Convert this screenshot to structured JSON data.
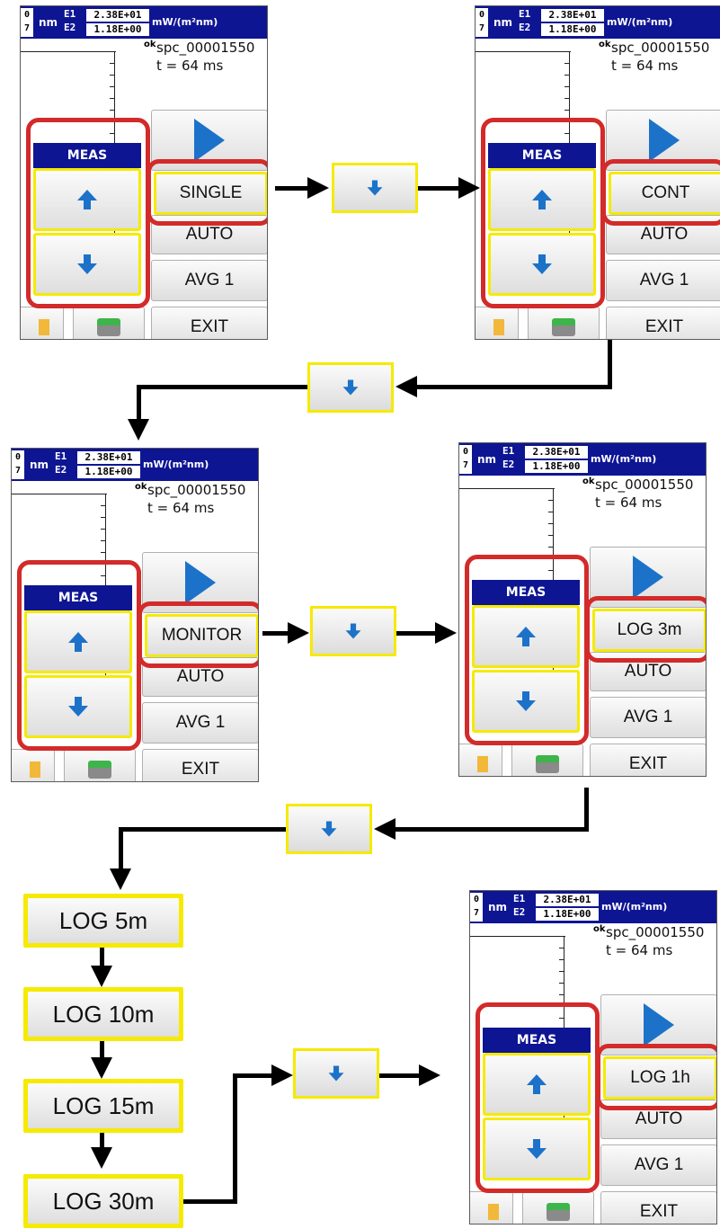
{
  "header": {
    "wl_top": "0",
    "wl_bottom": "7",
    "nm": "nm",
    "e1_label": "E1",
    "e2_label": "E2",
    "e1_value": "2.38E+01",
    "e2_value": "1.18E+00",
    "unit": "mW/(m²nm)"
  },
  "status": {
    "ok": "ok",
    "file": "spc_00001550",
    "time": "t = 64 ms"
  },
  "meas_label": "MEAS",
  "auto_label": "AUTO",
  "avg_label": "AVG 1",
  "exit_label": "EXIT",
  "screens": [
    {
      "mode": "SINGLE"
    },
    {
      "mode": "CONT"
    },
    {
      "mode": "MONITOR"
    },
    {
      "mode": "LOG 3m"
    },
    {
      "mode": "LOG 1h"
    }
  ],
  "log_options": [
    "LOG 5m",
    "LOG 10m",
    "LOG 15m",
    "LOG 30m"
  ],
  "colors": {
    "header_bg": "#0e1593",
    "highlight_yellow": "#f5ea00",
    "callout_red": "#d32a2a",
    "icon_blue": "#1c72c9"
  },
  "icons": {
    "play": "play-icon",
    "up": "arrow-up-icon",
    "down": "arrow-down-icon",
    "folder": "folder-icon",
    "save": "save-disk-icon"
  }
}
